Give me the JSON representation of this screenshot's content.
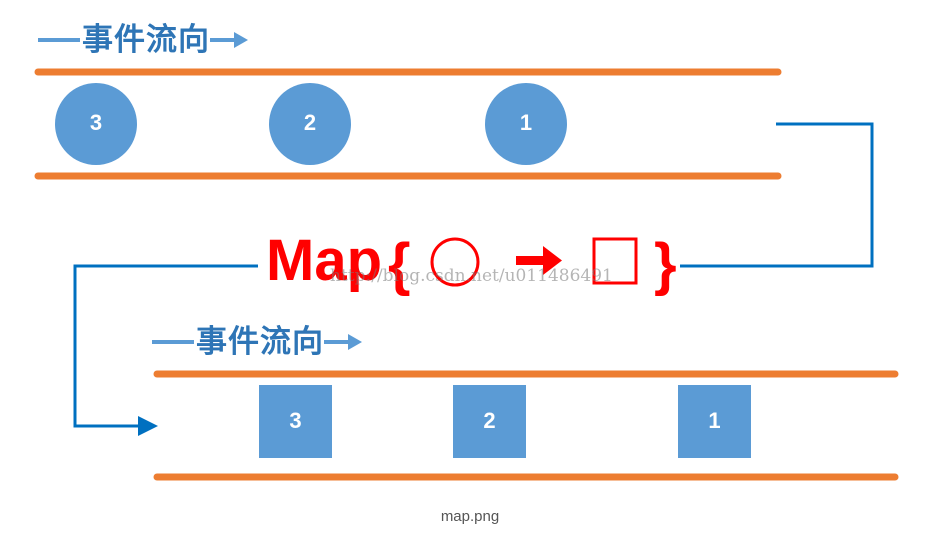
{
  "top_flow": {
    "title": "事件流向",
    "items": [
      "3",
      "2",
      "1"
    ],
    "item_shape": "circle"
  },
  "bottom_flow": {
    "title": "事件流向",
    "items": [
      "3",
      "2",
      "1"
    ],
    "item_shape": "square"
  },
  "map_operator": {
    "label": "Map",
    "open_brace": "{",
    "close_brace": "}",
    "input_symbol": "circle",
    "output_symbol": "square"
  },
  "watermark": "http://blog.csdn.net/u011486491",
  "caption": "map.png",
  "colors": {
    "pipe": "#ed7d31",
    "node": "#5b9bd5",
    "connector": "#0070c0",
    "title": "#2e75b6",
    "map": "#ff0000"
  }
}
